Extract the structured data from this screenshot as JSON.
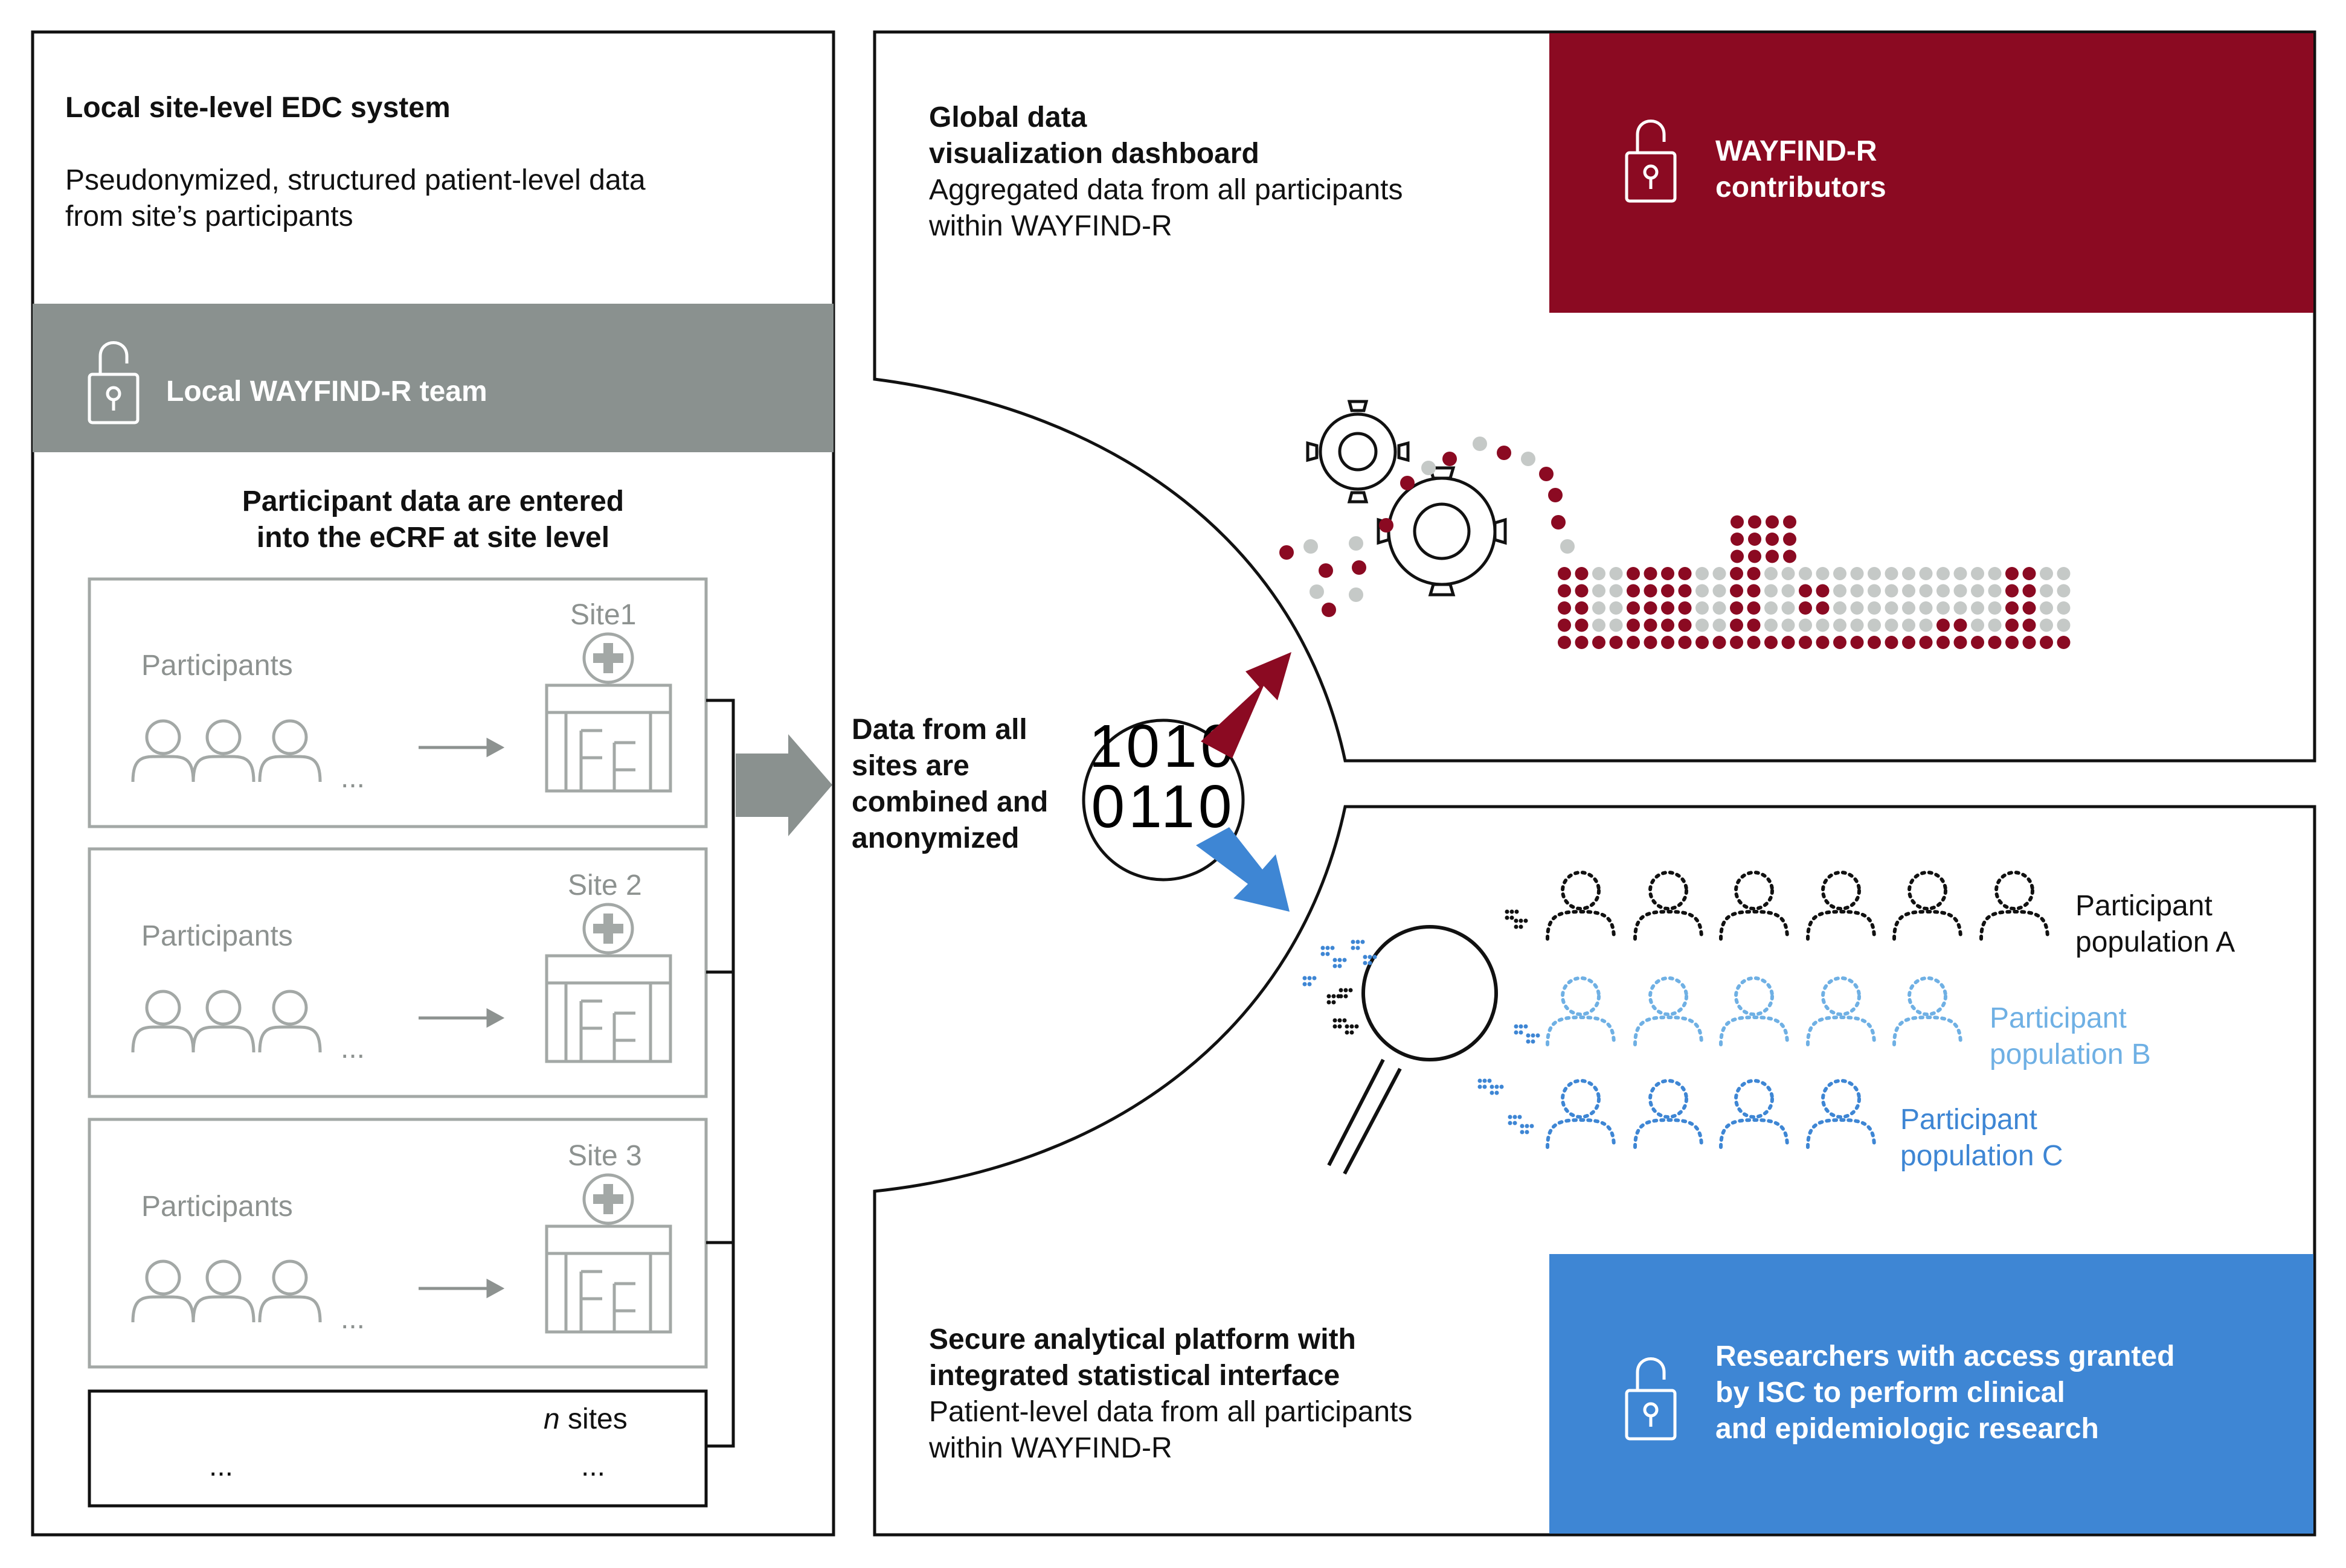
{
  "left_panel": {
    "title": "Local site-level EDC system",
    "description_line1": "Pseudonymized, structured patient-level data",
    "description_line2": "from site’s participants",
    "team_bar_label": "Local WAYFIND-R team",
    "entry_note_line1": "Participant data are entered",
    "entry_note_line2": "into the eCRF at site level",
    "sites": [
      {
        "site_label": "Site1",
        "participants_label": "Participants",
        "ellipsis": "..."
      },
      {
        "site_label": "Site 2",
        "participants_label": "Participants",
        "ellipsis": "..."
      },
      {
        "site_label": "Site 3",
        "participants_label": "Participants",
        "ellipsis": "..."
      }
    ],
    "n_sites": {
      "italic": "n",
      "rest": " sites",
      "ellipsis_left": "...",
      "ellipsis_right": "..."
    }
  },
  "center": {
    "line1": "Data from all",
    "line2": "sites are",
    "line3": "combined and",
    "line4": "anonymized"
  },
  "top_right": {
    "title_line1": "Global data",
    "title_line2": "visualization dashboard",
    "desc_line1": "Aggregated data from all participants",
    "desc_line2": "within WAYFIND-R",
    "badge_line1": "WAYFIND-R",
    "badge_line2": "contributors",
    "badge_color": "#8b0a22"
  },
  "bottom_right": {
    "title_line1": "Secure analytical platform with",
    "title_line2": "integrated statistical interface",
    "desc_line1": "Patient-level data from all participants",
    "desc_line2": "within WAYFIND-R",
    "badge_line1": "Researchers with access granted",
    "badge_line2": "by ISC to perform clinical",
    "badge_line3": "and epidemiologic research",
    "badge_color": "#3e86d4",
    "populations": [
      {
        "line1": "Participant",
        "line2": "population A",
        "color": "#111111"
      },
      {
        "line1": "Participant",
        "line2": "population B",
        "color": "#6fb0e4"
      },
      {
        "line1": "Participant",
        "line2": "population C",
        "color": "#3e86d4"
      }
    ]
  },
  "colors": {
    "grey_bar": "#8a918f",
    "dark_red": "#8b0a22",
    "blue": "#3e86d4",
    "light_grey_dot": "#c5c9c7"
  }
}
